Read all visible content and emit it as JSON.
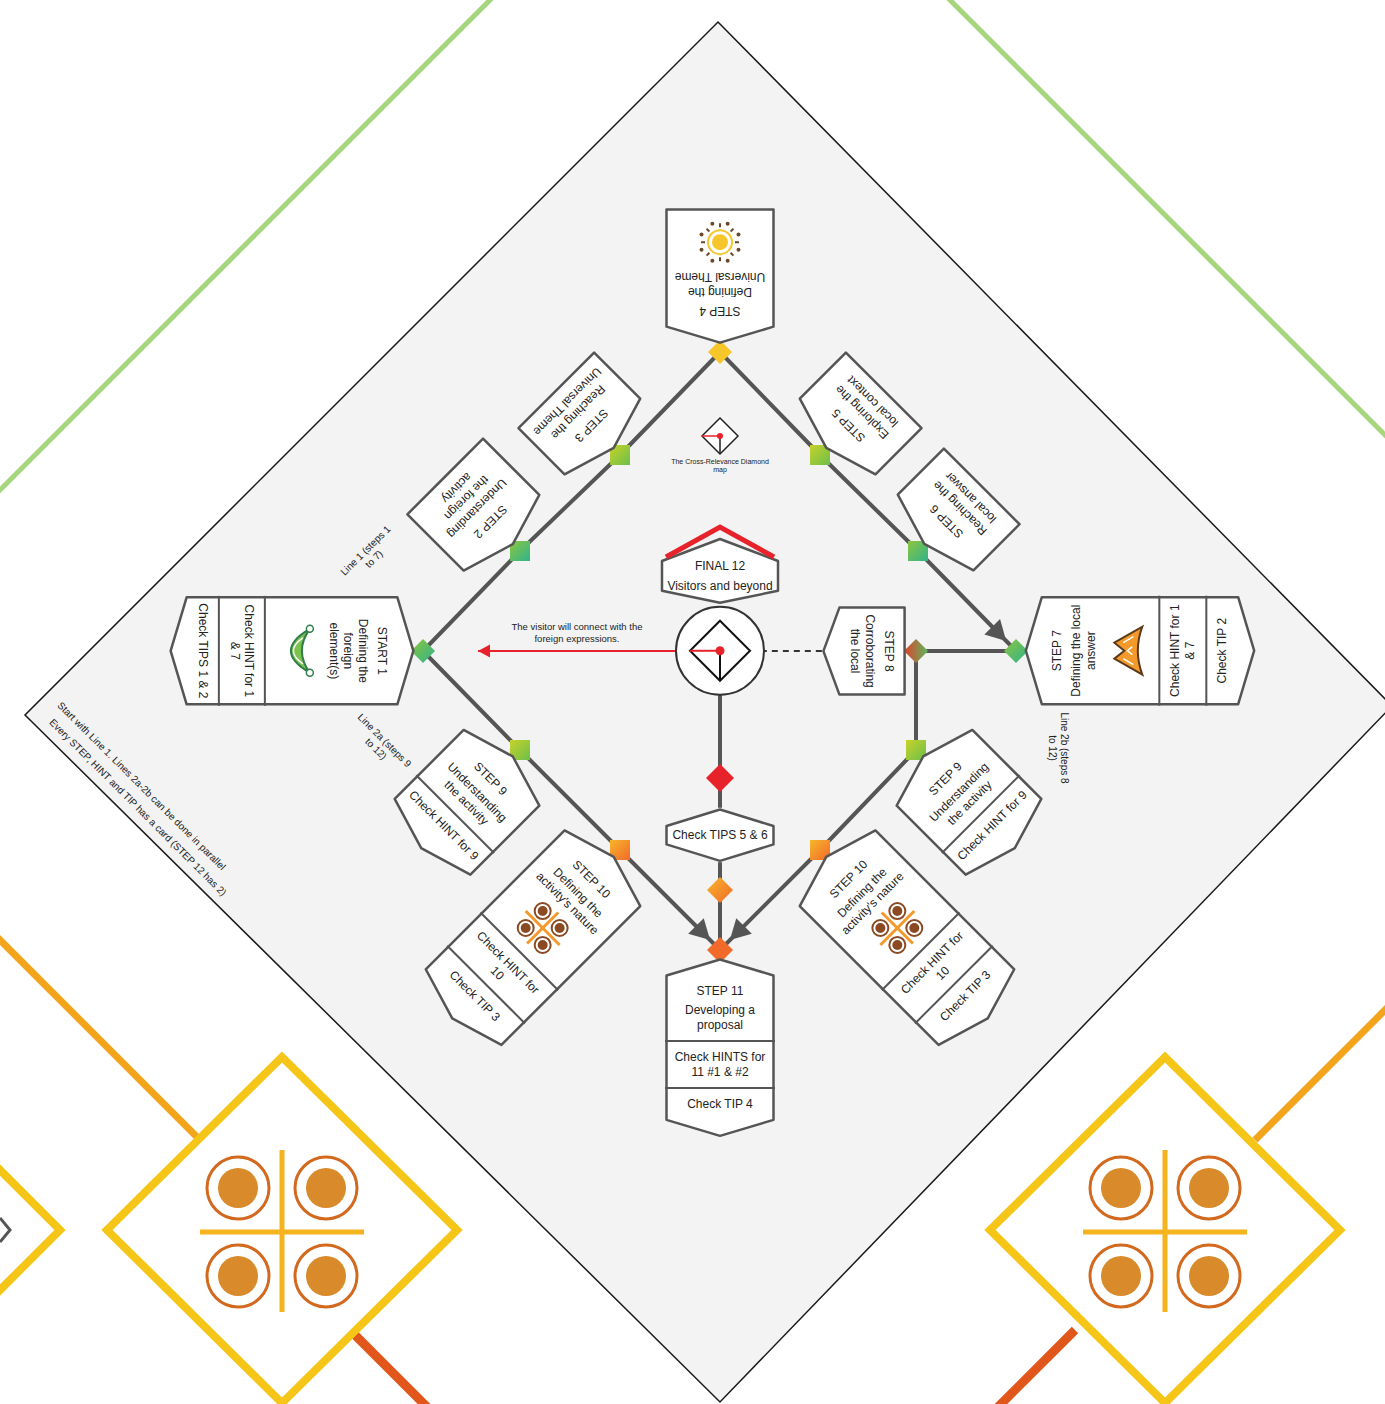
{
  "diagram": {
    "nodes": [
      {
        "text": [
          "STEP 4",
          "Defining the Universal Theme"
        ]
      },
      {
        "text": [
          "STEP 3",
          "Reaching the Universal Theme"
        ]
      },
      {
        "text": [
          "STEP 5",
          "Exploring the local context"
        ]
      },
      {
        "text": [
          "STEP 2",
          "Understanding the foreign activity"
        ]
      },
      {
        "text": [
          "STEP 6",
          "Reaching the local answer"
        ]
      },
      {
        "text": [
          "FINAL 12",
          "Visitors and beyond"
        ]
      },
      {
        "text": [
          "START 1",
          "Defining the foreign element(s)"
        ]
      },
      {
        "text": [
          "Check HINT for 1 & 7"
        ],
        "in": 6
      },
      {
        "text": [
          "Check TIPS 1 & 2"
        ],
        "in": 6
      },
      {
        "text": [
          "STEP 8",
          "Corroborating the local"
        ]
      },
      {
        "text": [
          "STEP 7",
          "Defining the local answer"
        ]
      },
      {
        "text": [
          "Check HINT for 1 & 7"
        ],
        "in": 10
      },
      {
        "text": [
          "Check TIP 2"
        ],
        "in": 10
      },
      {
        "text": [
          "STEP 9",
          "Understanding the activity"
        ]
      },
      {
        "text": [
          "Check HINT for 9"
        ],
        "in": 13
      },
      {
        "text": [
          "STEP 9",
          "Understanding the activity"
        ]
      },
      {
        "text": [
          "Check HINT for 9"
        ],
        "in": 15
      },
      {
        "text": [
          "Check TIPS 5 & 6"
        ]
      },
      {
        "text": [
          "STEP 10",
          "Defining the activity's nature"
        ]
      },
      {
        "text": [
          "Check HINT for 10"
        ],
        "in": 18
      },
      {
        "text": [
          "Check TIP 3"
        ],
        "in": 18
      },
      {
        "text": [
          "STEP 10",
          "Defining the activity's nature"
        ]
      },
      {
        "text": [
          "Check HINT for 10"
        ],
        "in": 21
      },
      {
        "text": [
          "Check TIP 3"
        ],
        "in": 21
      },
      {
        "text": [
          "STEP 11",
          "Developing a proposal"
        ]
      },
      {
        "text": [
          "Check HINTS for 11 #1 & #2"
        ],
        "in": 24
      },
      {
        "text": [
          "Check TIP 4"
        ],
        "in": 24
      }
    ],
    "edges": [
      {
        "from": 6,
        "to": 3,
        "arrow": "none"
      },
      {
        "from": 3,
        "to": 1,
        "arrow": "none"
      },
      {
        "from": 1,
        "to": 0,
        "arrow": "none"
      },
      {
        "from": 0,
        "to": 2,
        "arrow": "none"
      },
      {
        "from": 2,
        "to": 4,
        "arrow": "none"
      },
      {
        "from": 4,
        "to": 10,
        "arrow": "to"
      },
      {
        "from": 6,
        "to": 13,
        "arrow": "none"
      },
      {
        "from": 13,
        "to": 18,
        "arrow": "none"
      },
      {
        "from": 18,
        "to": 24,
        "arrow": "to"
      },
      {
        "from": 10,
        "to": 9,
        "arrow": "none"
      },
      {
        "from": 9,
        "to": 15,
        "arrow": "none"
      },
      {
        "from": 15,
        "to": 21,
        "arrow": "none"
      },
      {
        "from": 21,
        "to": 24,
        "arrow": "to"
      },
      {
        "from": 24,
        "to": 17,
        "arrow": "none"
      },
      {
        "from": 17,
        "to": 5,
        "arrow": "none"
      },
      {
        "from": 9,
        "to": 5,
        "arrow": "none"
      },
      {
        "from": 5,
        "to": 6,
        "label": "The visitor will connect with the foreign expressions.",
        "arrow": "to"
      }
    ],
    "labels": [
      "The Cross-Relevance Diamond map",
      "Line 1 (steps 1 to 7)",
      "Line 2a (steps 9 to 12)",
      "Line 2b (steps 8 to 12)",
      "Start with Line 1. Lines 2a-2b can be done in parallel",
      "Every STEP, HINT and TIP has a card (STEP 12 has 2)"
    ]
  }
}
